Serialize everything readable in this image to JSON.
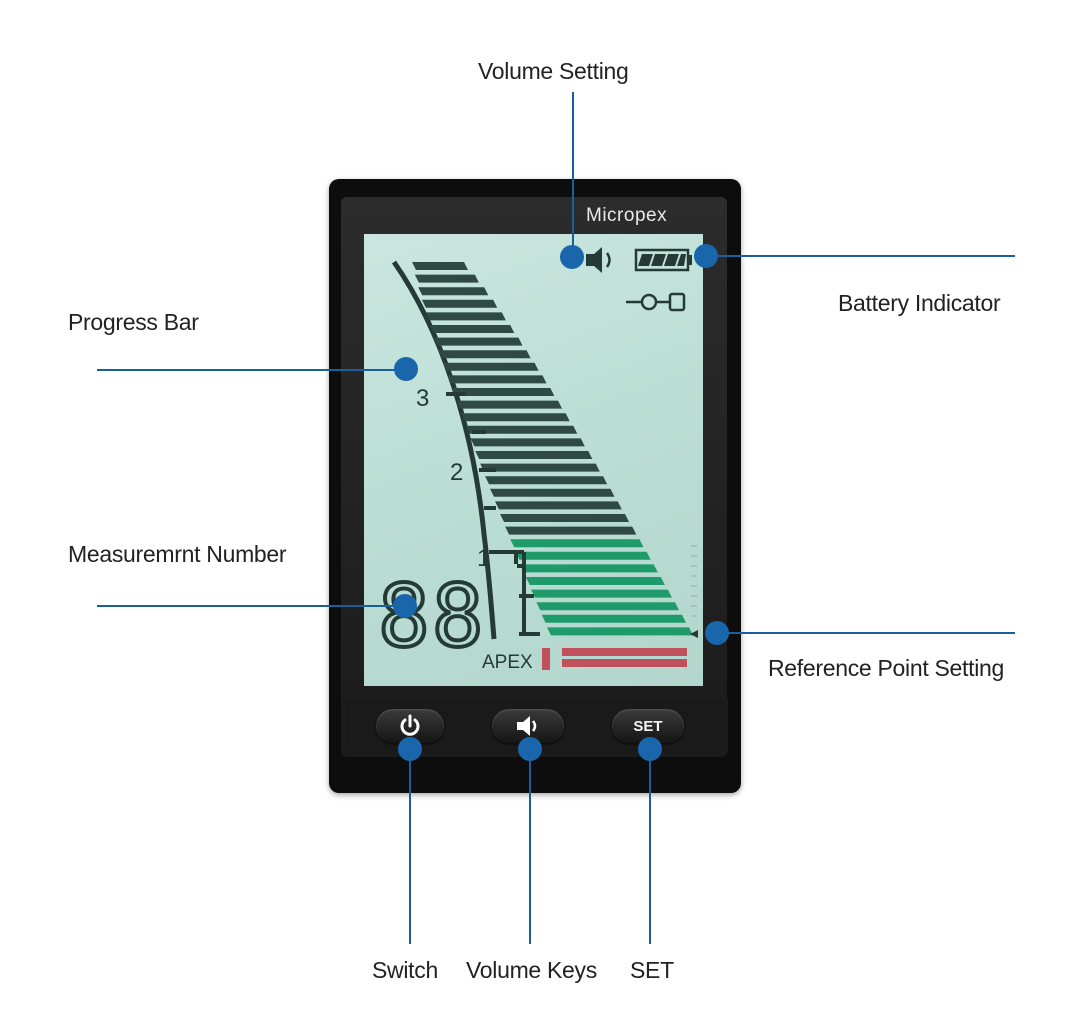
{
  "brand": "Micropex",
  "annotations": {
    "volume_setting": "Volume Setting",
    "battery_indicator": "Battery Indicator",
    "progress_bar": "Progress Bar",
    "measurement_number": "Measuremrnt Number",
    "reference_point_setting": "Reference Point Setting",
    "switch": "Switch",
    "volume_keys": "Volume Keys",
    "set": "SET"
  },
  "lcd": {
    "scale_labels": [
      "3",
      "2",
      "1"
    ],
    "measurement_value": "88",
    "apex_label": "APEX"
  },
  "buttons": {
    "set_label": "SET"
  },
  "colors": {
    "callout_line": "#1a5f9c",
    "callout_dot": "#1a66ad",
    "lcd_background": "#bfe0d8",
    "segment_dark": "#2f4a42",
    "segment_green": "#1f9a6a",
    "segment_red": "#c0505a"
  },
  "icons": [
    "speaker-icon",
    "battery-icon",
    "reference-plug-icon",
    "power-icon",
    "volume-icon"
  ]
}
